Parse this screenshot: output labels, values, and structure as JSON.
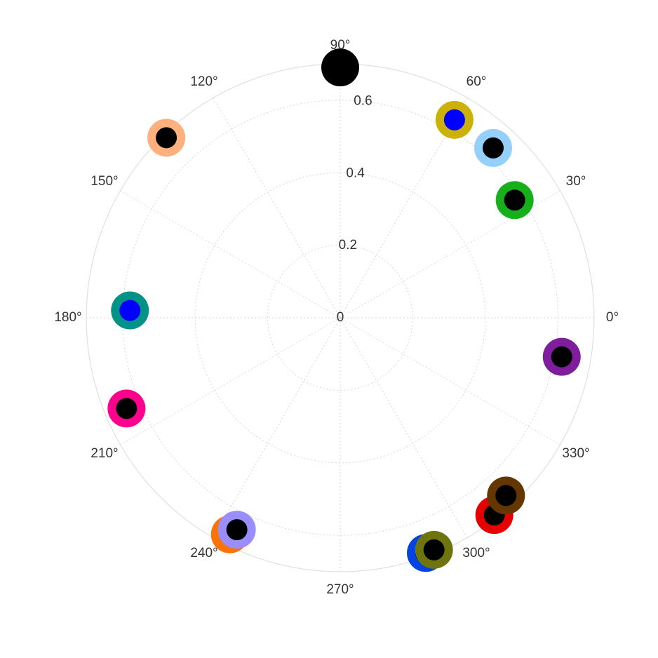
{
  "chart_data": {
    "type": "scatter",
    "coordinate_system": "polar",
    "title": "",
    "r_range": [
      0,
      0.7
    ],
    "r_ticks": [
      0,
      0.2,
      0.4,
      0.6
    ],
    "r_tick_labels": [
      "0",
      "0.2",
      "0.4",
      "0.6"
    ],
    "theta_ticks": [
      0,
      30,
      60,
      90,
      120,
      150,
      180,
      210,
      240,
      270,
      300,
      330
    ],
    "theta_tick_labels": [
      "0°",
      "30°",
      "60°",
      "90°",
      "120°",
      "150°",
      "180°",
      "210°",
      "240°",
      "270°",
      "300°",
      "330°"
    ],
    "grid": true,
    "legend": "none",
    "points": [
      {
        "theta": 90,
        "r": 0.69,
        "outer_color": "#000000",
        "inner_color": "#000000"
      },
      {
        "theta": 60,
        "r": 0.63,
        "outer_color": "#ccb10a",
        "inner_color": "#0000ff"
      },
      {
        "theta": 48,
        "r": 0.63,
        "outer_color": "#95d0fc",
        "inner_color": "#000000"
      },
      {
        "theta": 34,
        "r": 0.58,
        "outer_color": "#15b01a",
        "inner_color": "#000000"
      },
      {
        "theta": 350,
        "r": 0.62,
        "outer_color": "#7e1e9c",
        "inner_color": "#000000"
      },
      {
        "theta": 134,
        "r": 0.69,
        "outer_color": "#ffb07c",
        "inner_color": "#000000"
      },
      {
        "theta": 178,
        "r": 0.58,
        "outer_color": "#029386",
        "inner_color": "#0000ff"
      },
      {
        "theta": 203,
        "r": 0.64,
        "outer_color": "#ff028d",
        "inner_color": "#000000"
      },
      {
        "theta": 243,
        "r": 0.67,
        "outer_color": "#f97306",
        "inner_color": "#000000"
      },
      {
        "theta": 244,
        "r": 0.65,
        "outer_color": "#9a8eff",
        "inner_color": "#000000"
      },
      {
        "theta": 290,
        "r": 0.69,
        "outer_color": "#0343df",
        "inner_color": "#000000"
      },
      {
        "theta": 292,
        "r": 0.69,
        "outer_color": "#6e750e",
        "inner_color": "#000000"
      },
      {
        "theta": 308,
        "r": 0.69,
        "outer_color": "#e50000",
        "inner_color": "#000000"
      },
      {
        "theta": 313,
        "r": 0.67,
        "outer_color": "#653700",
        "inner_color": "#000000"
      }
    ]
  }
}
